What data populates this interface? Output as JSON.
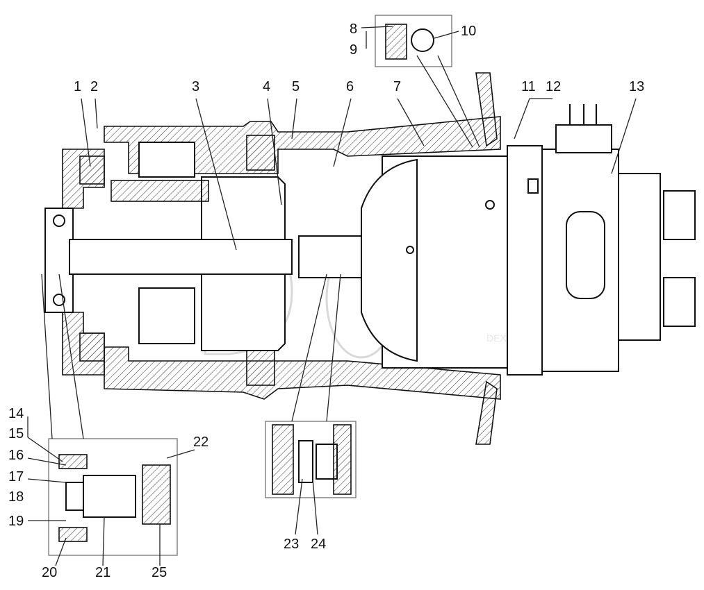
{
  "figure": {
    "callouts": [
      {
        "id": "1",
        "text": "1"
      },
      {
        "id": "2",
        "text": "2"
      },
      {
        "id": "3",
        "text": "3"
      },
      {
        "id": "4",
        "text": "4"
      },
      {
        "id": "5",
        "text": "5"
      },
      {
        "id": "6",
        "text": "6"
      },
      {
        "id": "7",
        "text": "7"
      },
      {
        "id": "8",
        "text": "8"
      },
      {
        "id": "9",
        "text": "9"
      },
      {
        "id": "10",
        "text": "10"
      },
      {
        "id": "11",
        "text": "11"
      },
      {
        "id": "12",
        "text": "12"
      },
      {
        "id": "13",
        "text": "13"
      },
      {
        "id": "14",
        "text": "14"
      },
      {
        "id": "15",
        "text": "15"
      },
      {
        "id": "16",
        "text": "16"
      },
      {
        "id": "17",
        "text": "17"
      },
      {
        "id": "18",
        "text": "18"
      },
      {
        "id": "19",
        "text": "19"
      },
      {
        "id": "20",
        "text": "20"
      },
      {
        "id": "21",
        "text": "21"
      },
      {
        "id": "22",
        "text": "22"
      },
      {
        "id": "23",
        "text": "23"
      },
      {
        "id": "24",
        "text": "24"
      },
      {
        "id": "25",
        "text": "25"
      }
    ],
    "watermark_text": "DEX",
    "line_color": "#111111",
    "background": "#ffffff"
  }
}
